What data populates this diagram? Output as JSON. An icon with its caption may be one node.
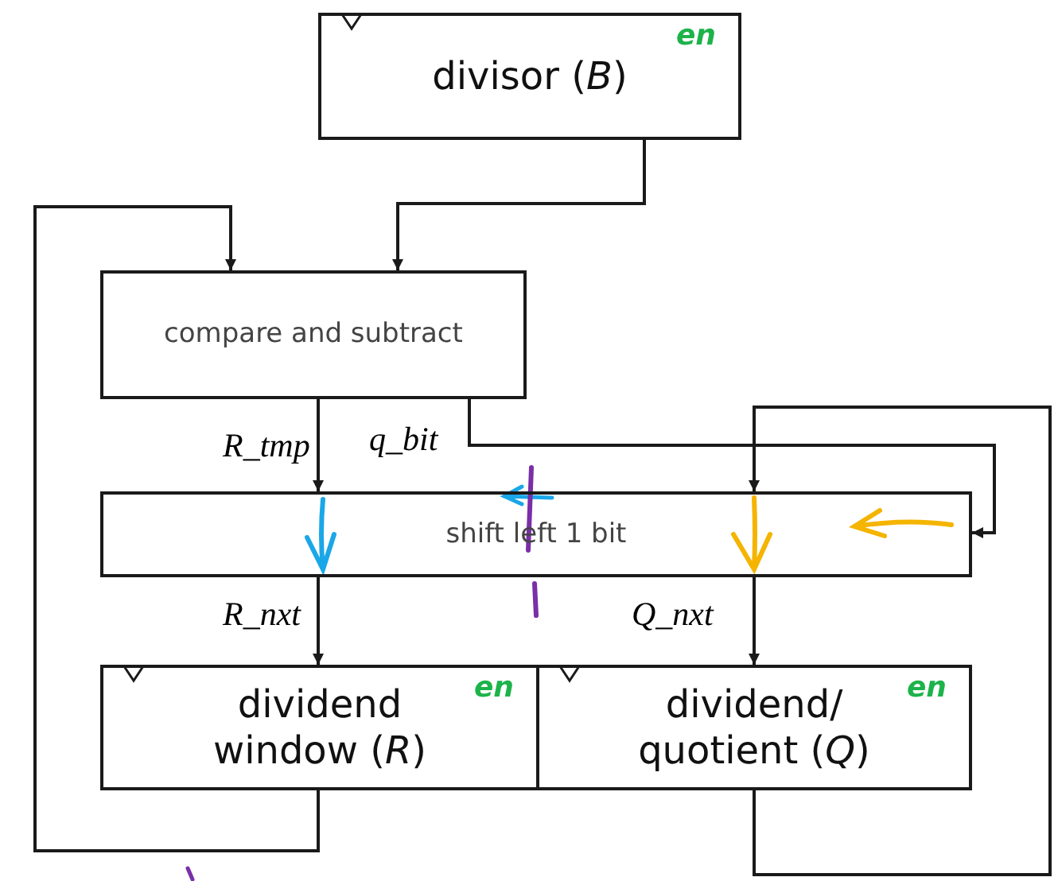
{
  "diagram": {
    "nodes": [
      {
        "text": [
          "divisor (*B*)",
          "en"
        ]
      },
      {
        "text": [
          "compare and subtract"
        ]
      },
      {
        "text": [
          "shift left 1 bit"
        ]
      },
      {
        "text": [
          "dividend window (*R*)",
          "en"
        ]
      },
      {
        "text": [
          "dividend/ quotient (*Q*)",
          "en"
        ]
      }
    ],
    "edges": [
      {
        "from": 0,
        "to": 1,
        "arrow": "to"
      },
      {
        "from": 1,
        "to": 2,
        "arrow": "to",
        "label": "*R_tmp*"
      },
      {
        "from": 1,
        "to": 2,
        "arrow": "to",
        "label": "*q_bit*"
      },
      {
        "from": 2,
        "to": 3,
        "arrow": "to",
        "label": "*R_nxt*"
      },
      {
        "from": 2,
        "to": 4,
        "arrow": "to",
        "label": "*Q_nxt*"
      },
      {
        "from": 3,
        "to": 1,
        "arrow": "to"
      },
      {
        "from": 4,
        "to": 2,
        "arrow": "to"
      }
    ]
  }
}
